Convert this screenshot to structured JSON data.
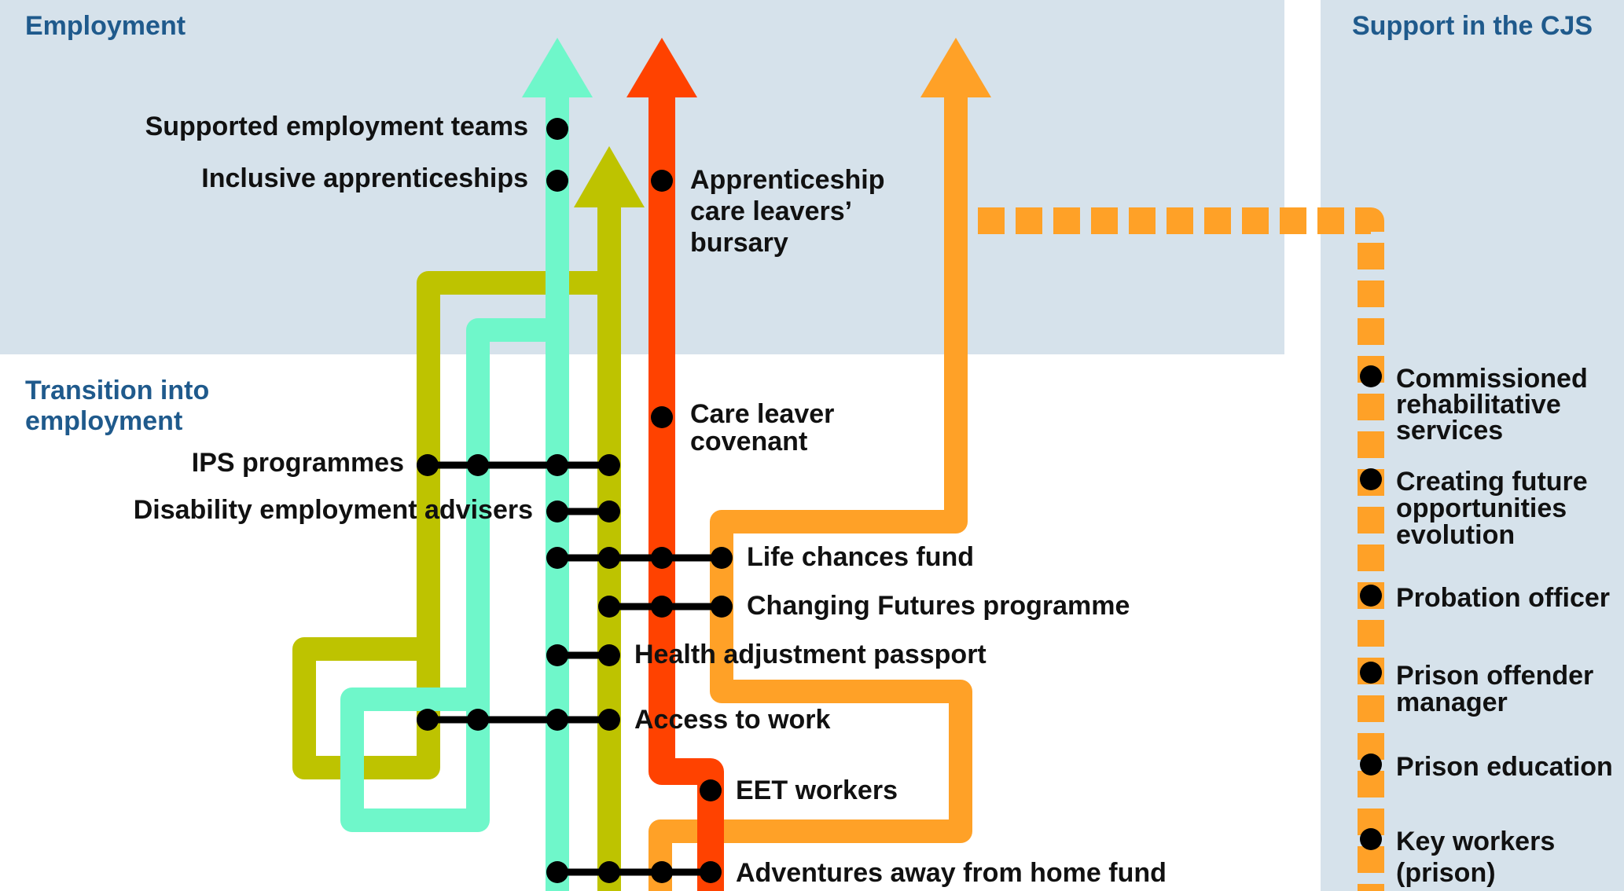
{
  "colors": {
    "zone_background": "#d6e2eb",
    "page_background": "#ffffff",
    "section_title": "#1f5a8c",
    "label_text": "#111111",
    "stop_dot": "#000000",
    "route_teal": "#6ff7ca",
    "route_olive": "#bec300",
    "route_red": "#ff4200",
    "route_orange": "#ffa127"
  },
  "sections": {
    "employment": "Employment",
    "transition": [
      "Transition into",
      "employment"
    ],
    "support_cjs": "Support in the CJS"
  },
  "stops": {
    "supported_employment_teams": "Supported employment teams",
    "inclusive_apprenticeships": "Inclusive apprenticeships",
    "apprenticeship_bursary": [
      "Apprenticeship",
      "care leavers’",
      "bursary"
    ],
    "care_leaver_covenant": [
      "Care leaver",
      "covenant"
    ],
    "ips_programmes": "IPS programmes",
    "disability_employment_advisers": "Disability employment advisers",
    "life_chances_fund": "Life chances fund",
    "changing_futures": "Changing Futures programme",
    "health_adjustment_passport": "Health adjustment passport",
    "access_to_work": "Access to work",
    "eet_workers": "EET workers",
    "adventures_away": "Adventures away from home fund"
  },
  "cjs_stops": {
    "commissioned_services": [
      "Commissioned",
      "rehabilitative",
      "services"
    ],
    "creating_future": [
      "Creating future",
      "opportunities",
      "evolution"
    ],
    "probation_officer": "Probation officer",
    "prison_offender_manager": [
      "Prison offender",
      "manager"
    ],
    "prison_education": "Prison education",
    "key_workers": [
      "Key workers",
      "(prison)"
    ]
  }
}
